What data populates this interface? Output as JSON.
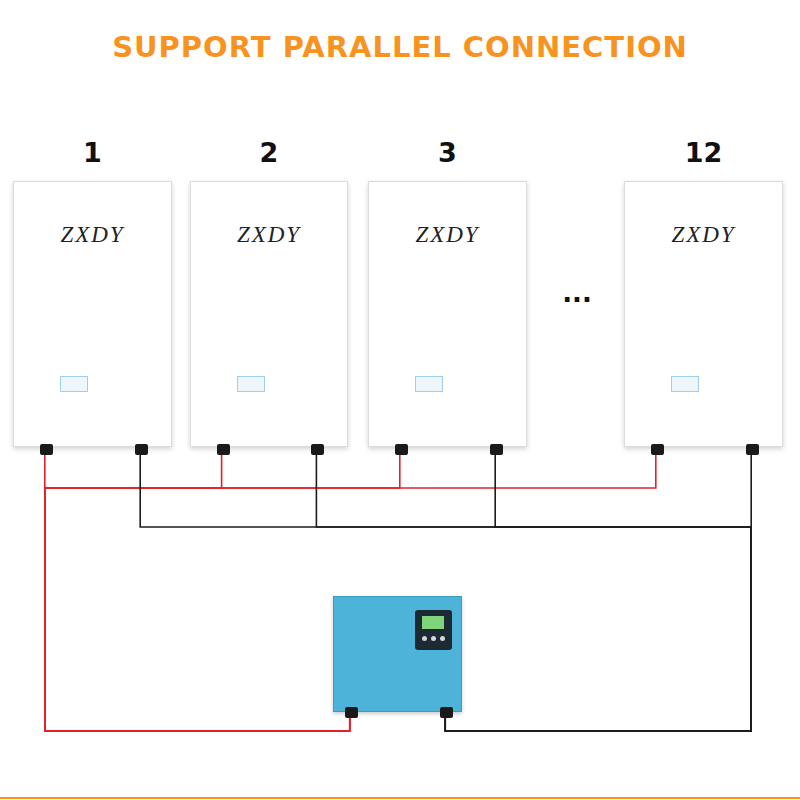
{
  "diagram": {
    "title": "SUPPORT PARALLEL CONNECTION",
    "nodes": [
      {
        "text": [
          "1",
          "ZXDY"
        ]
      },
      {
        "text": [
          "2",
          "ZXDY"
        ]
      },
      {
        "text": [
          "3",
          "ZXDY"
        ]
      },
      {
        "text": [
          "12",
          "ZXDY"
        ]
      },
      {
        "text": []
      }
    ],
    "edges": [
      {
        "from": 0,
        "to": 4,
        "arrow": "none"
      },
      {
        "from": 1,
        "to": 4,
        "arrow": "none"
      },
      {
        "from": 2,
        "to": 4,
        "arrow": "none"
      },
      {
        "from": 3,
        "to": 4,
        "arrow": "none"
      },
      {
        "from": 0,
        "to": 4,
        "arrow": "none"
      },
      {
        "from": 1,
        "to": 4,
        "arrow": "none"
      },
      {
        "from": 2,
        "to": 4,
        "arrow": "none"
      },
      {
        "from": 3,
        "to": 4,
        "arrow": "none"
      }
    ],
    "labels": [
      "..."
    ]
  }
}
